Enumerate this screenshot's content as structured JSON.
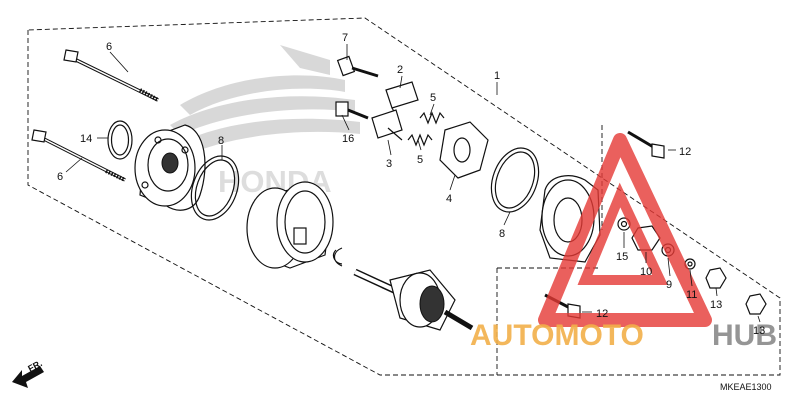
{
  "diagram": {
    "catalog_code": "MKEAE1300",
    "direction_label": "FR.",
    "brand_watermark": "HONDA",
    "callouts": {
      "c1": "1",
      "c2": "2",
      "c3": "3",
      "c4": "4",
      "c5a": "5",
      "c5b": "5",
      "c6a": "6",
      "c6b": "6",
      "c7": "7",
      "c8a": "8",
      "c8b": "8",
      "c9": "9",
      "c10": "10",
      "c11": "11",
      "c12a": "12",
      "c12b": "12",
      "c13a": "13",
      "c13b": "13",
      "c14": "14",
      "c15": "15",
      "c16": "16"
    }
  },
  "watermark": {
    "part1": "AUTOMOTO",
    "part2": "HUB",
    "color_primary": "#f2b04a",
    "color_secondary": "#8a8a8a",
    "triangle_color": "#e53935"
  }
}
